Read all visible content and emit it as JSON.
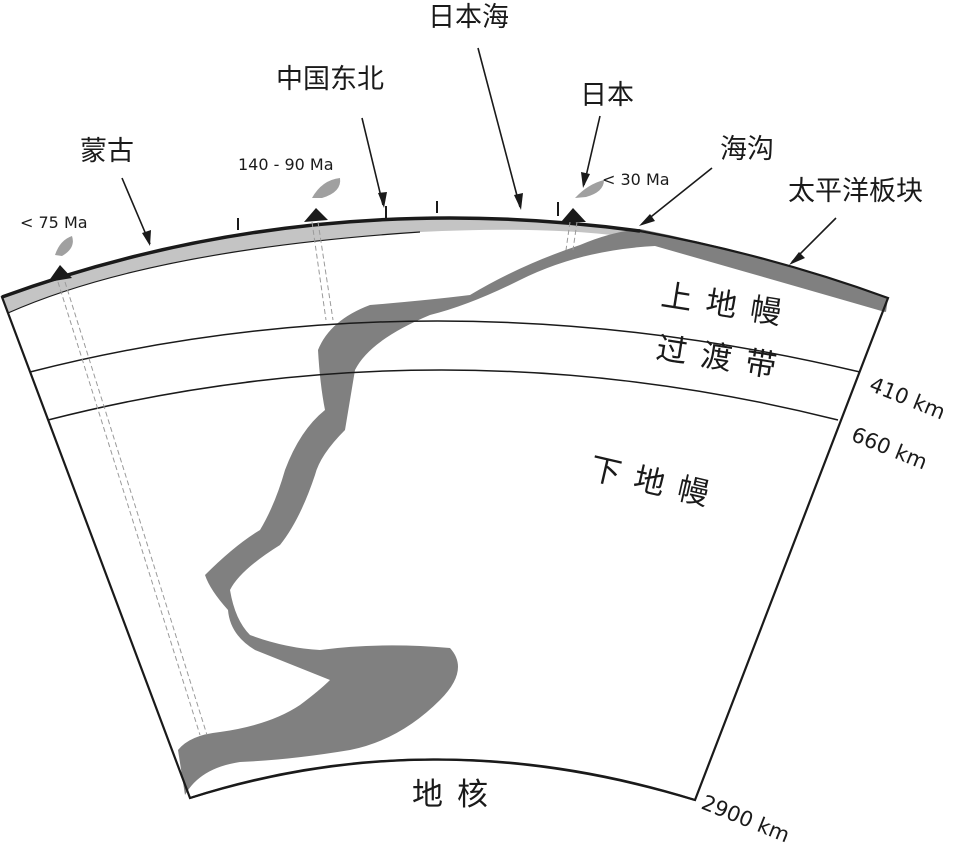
{
  "labels": {
    "mongolia": "蒙古",
    "ne_china": "中国东北",
    "sea_of_japan": "日本海",
    "japan": "日本",
    "trench": "海沟",
    "pacific_plate": "太平洋板块",
    "upper_mantle": "上地幔",
    "transition_zone": "过渡带",
    "lower_mantle": "下地幔",
    "core": "地核"
  },
  "ages": {
    "mongolia": "< 75 Ma",
    "ne_china": "140 - 90 Ma",
    "japan": "< 30 Ma"
  },
  "depths": {
    "d410": "410 km",
    "d660": "660 km",
    "d2900": "2900 km"
  },
  "colors": {
    "slab": "#808080",
    "lithosphere": "#c4c4c4",
    "outline": "#1a1a1a"
  }
}
